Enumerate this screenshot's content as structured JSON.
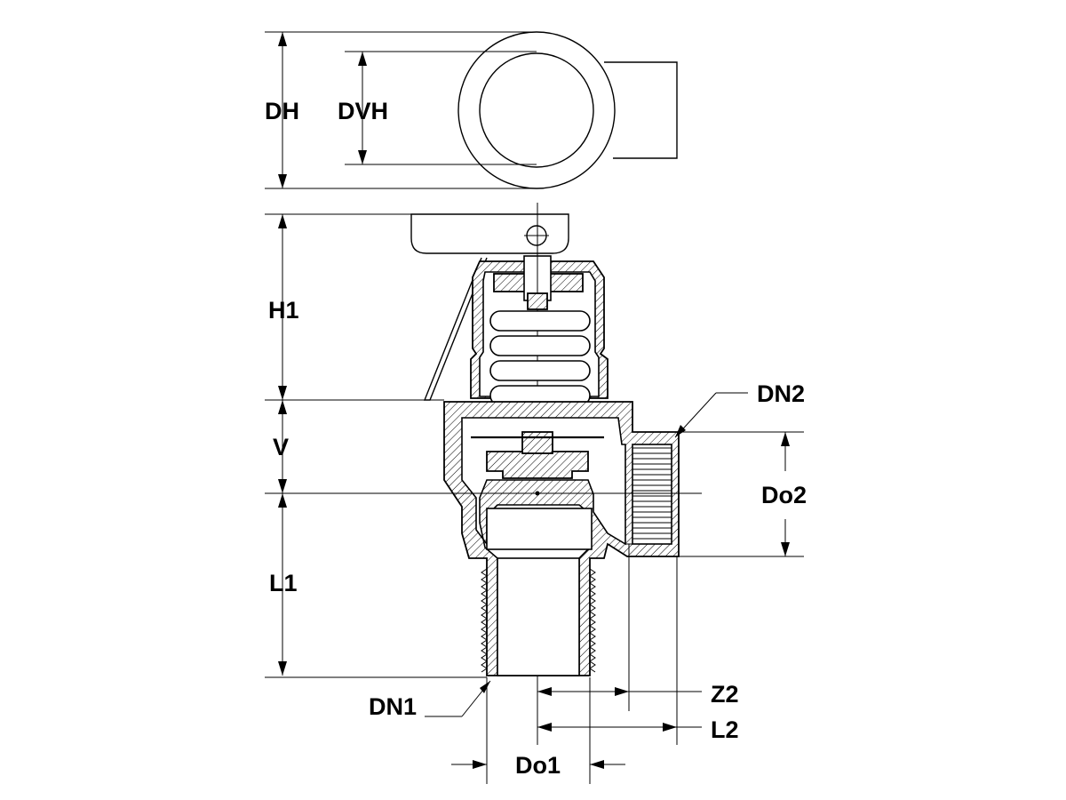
{
  "labels": {
    "dh": "DH",
    "dvh": "DVH",
    "h1": "H1",
    "v": "V",
    "l1": "L1",
    "dn2": "DN2",
    "do2": "Do2",
    "dn1": "DN1",
    "z2": "Z2",
    "l2": "L2",
    "do1": "Do1"
  },
  "colors": {
    "line": "#000000",
    "background": "#ffffff"
  }
}
